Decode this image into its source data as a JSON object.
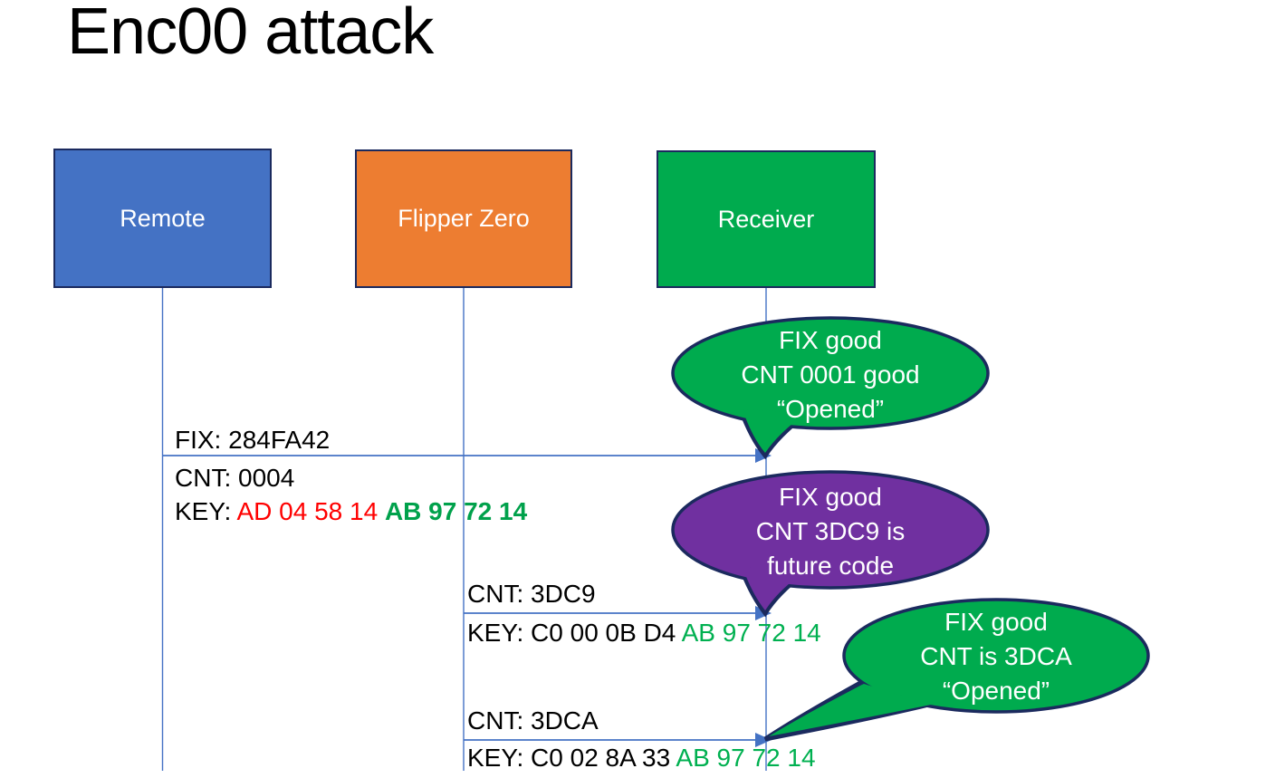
{
  "title": "Enc00 attack",
  "colors": {
    "actor_remote_blue": "#4472C4",
    "actor_flipper_orange": "#ED7D31",
    "actor_receiver_green": "#00AB4E",
    "bubble_green": "#00AB4E",
    "bubble_purple": "#7030A0",
    "outline_navy": "#1B2A5E",
    "connector_blue": "#4472C4",
    "key_red": "#FF0000",
    "key_green": "#00B050"
  },
  "actors": [
    {
      "label": "Remote",
      "color": "#4472C4"
    },
    {
      "label": "Flipper Zero",
      "color": "#ED7D31"
    },
    {
      "label": "Receiver",
      "color": "#00AB4E"
    }
  ],
  "messages": [
    {
      "above": "FIX: 284FA42",
      "cnt": "CNT: 0004",
      "key_prefix": "KEY: ",
      "key_red": "AD 04 58 14 ",
      "key_green": "AB 97 72 14"
    },
    {
      "above": "CNT: 3DC9",
      "key_prefix": "KEY: ",
      "key_plain": "C0 00 0B D4 ",
      "key_green": "AB 97 72 14"
    },
    {
      "above": "CNT: 3DCA",
      "key_prefix": "KEY: ",
      "key_plain": "C0 02 8A 33 ",
      "key_green": "AB 97 72 14"
    }
  ],
  "bubbles": [
    {
      "color": "#00AB4E",
      "lines": [
        "FIX good",
        "CNT 0001 good",
        "“Opened”"
      ]
    },
    {
      "color": "#7030A0",
      "lines": [
        "FIX good",
        "CNT 3DC9 is",
        "future code"
      ]
    },
    {
      "color": "#00AB4E",
      "lines": [
        "FIX good",
        "CNT is 3DCA",
        "“Opened”"
      ]
    }
  ]
}
